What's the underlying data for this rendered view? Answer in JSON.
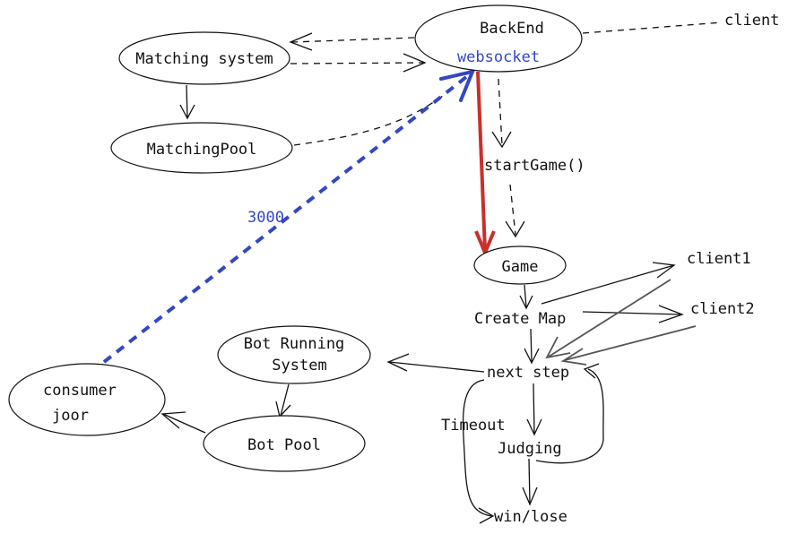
{
  "nodes": {
    "backend": "BackEnd",
    "websocket": "websocket",
    "client": "client",
    "matching_system": "Matching system",
    "matching_pool": "MatchingPool",
    "start_game": "startGame()",
    "game": "Game",
    "create_map": "Create Map",
    "client1": "client1",
    "client2": "client2",
    "bot_running_line1": "Bot Running",
    "bot_running_line2": "System",
    "next_step": "next step",
    "consumer_line1": "consumer",
    "consumer_line2": "joor",
    "bot_pool": "Bot Pool",
    "timeout": "Timeout",
    "judging": "Judging",
    "win_lose": "win/lose"
  },
  "edges": {
    "port_label": "3000"
  },
  "colors": {
    "websocket": "#3347c4",
    "port_link": "#3347c4",
    "game_link": "#c8302c"
  }
}
